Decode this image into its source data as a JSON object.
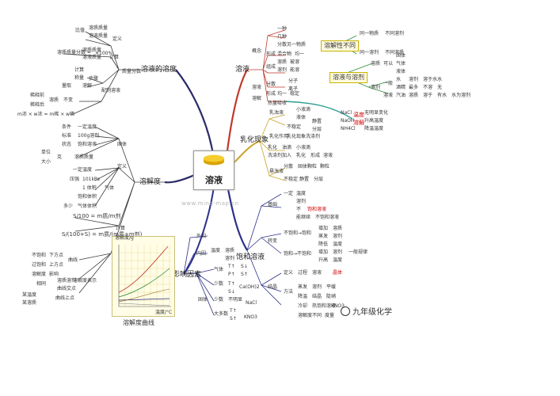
{
  "center": {
    "label": "溶液"
  },
  "watermark": "www.mind-map.cn",
  "wechat": "九年级化学",
  "branches": {
    "concentration": "溶液的溶度",
    "solubility": "溶解度",
    "solution": "溶液",
    "emulsion": "乳化现象",
    "saturated": "饱和溶液",
    "influence": "影响因素"
  },
  "conc": {
    "a": "比值",
    "b": "溶质质量",
    "c": "溶液质量",
    "d": "定义",
    "e": "溶质质量分数 =",
    "f": "溶质质量",
    "g": "溶液质量",
    "h": "×100%",
    "i": "计算",
    "j": "质量分数",
    "k": "计算",
    "l": "称量",
    "m": "量取",
    "n": "溶解",
    "o": "步骤",
    "p": "配制溶液",
    "q": "稀释前",
    "r": "稀释后",
    "s": "溶质",
    "t": "不变",
    "u": "m浓 × w浓 = m稀 × w稀"
  },
  "sol": {
    "a": "条件",
    "b": "一定温度",
    "c": "标准",
    "d": "100g溶剂",
    "e": "状态",
    "f": "饱和溶液",
    "g": "单位",
    "h": "克",
    "i": "溶质质量",
    "j": "大小",
    "k": "固体",
    "l": "一定温度",
    "m": "定义",
    "n": "压强",
    "o": "101kPa",
    "p": "1 体积",
    "q": "饱和体积",
    "r": "气体",
    "s": "多少",
    "t": "气体体积",
    "u": "S/100 = m质/m剂",
    "v": "S/(100+S) = m质/(m质+m剂)",
    "w": "计算",
    "x": "不饱和",
    "y": "下方点",
    "z": "曲线",
    "aa": "过饱和",
    "ab": "上方点",
    "ac": "溶解度",
    "ad": "影响",
    "ae": "相同",
    "af": "溶质溶剂",
    "ag": "曲线交点",
    "ah": "溶解度表示",
    "ai": "某温度",
    "aj": "某溶质",
    "ak": "曲线上点",
    "al": "溶解度曲线"
  },
  "solu": {
    "a": "概念",
    "b": "一种",
    "c": "几种",
    "d": "分散",
    "e": "另一物质",
    "f": "形成",
    "g": "混合物",
    "h": "均一",
    "i": "溶质",
    "j": "被溶",
    "k": "溶剂",
    "l": "能溶",
    "m": "组成",
    "n": "溶液",
    "o": "溶解",
    "p": "分散",
    "q": "分子",
    "r": "离子",
    "s": "形成",
    "t": "均一",
    "u": "稳定",
    "v": "热量吸收"
  },
  "diss": {
    "tag1": "溶解性不同",
    "a": "同一物质",
    "b": "不同溶剂",
    "c": "同一溶剂",
    "d": "不同溶质",
    "tag2": "溶液与溶剂",
    "e": "固体",
    "f": "气体",
    "g": "液体",
    "h": "溶质",
    "i": "可以",
    "j": "一般",
    "k": "水",
    "l": "溶剂",
    "m": "酒精",
    "n": "汽油",
    "o": "溶剂",
    "p": "溶液",
    "q": "最多",
    "r": "溶质",
    "s": "溶于水",
    "t": "不溶",
    "u": "溶于",
    "v": "无",
    "w": "水",
    "x": "有水",
    "y": "水为溶剂"
  },
  "heat": {
    "a": "NaCl",
    "b": "NaOH",
    "c": "NH4Cl",
    "d": "温度",
    "e": "无明显变化",
    "f": "升高温度",
    "g": "降温温度",
    "h": "溶解"
  },
  "emul": {
    "a": "乳浊液",
    "b": "小液滴",
    "c": "液体",
    "d": "静置",
    "e": "分层",
    "f": "不稳定",
    "g": "乳化作用",
    "h": "乳化现象",
    "i": "洗涤剂",
    "j": "乳化",
    "k": "油滴",
    "l": "小液滴",
    "m": "洗涤剂",
    "n": "加入",
    "o": "乳化",
    "p": "形成",
    "q": "溶液",
    "r": "悬浊液",
    "s": "分散",
    "t": "固体颗粒",
    "u": "不稳定",
    "v": "静置",
    "w": "分层",
    "x": "颗粒"
  },
  "sat": {
    "a": "基础",
    "b": "一定",
    "c": "温度",
    "d": "溶剂",
    "e": "不",
    "f": "饱和溶液",
    "g": "能继续",
    "h": "不饱和溶液",
    "i": "转变",
    "j": "不饱和→饱和",
    "k": "增加",
    "l": "溶质",
    "m": "蒸发",
    "n": "溶剂",
    "o": "降低",
    "p": "温度",
    "q": "饱和→不饱和",
    "r": "增加",
    "s": "溶剂",
    "t": "升高",
    "u": "温度",
    "v": "一般规律",
    "w": "结晶",
    "x": "定义",
    "y": "过程",
    "z": "溶液",
    "aa": "晶体",
    "ab": "方法",
    "ac": "蒸发",
    "ad": "溶剂",
    "ae": "平缓",
    "af": "降温",
    "ag": "结晶",
    "ah": "陡峭",
    "ai": "冷却",
    "aj": "热饱和溶液",
    "ak": "KNO3",
    "al": "溶解度",
    "am": "不同",
    "an": "度量"
  },
  "infl": {
    "a": "外因",
    "b": "温度",
    "c": "内因",
    "d": "溶质",
    "e": "溶剂",
    "f": "气体",
    "g": "T↑",
    "h": "P↑",
    "i": "S↓",
    "j": "S↑",
    "k": "少数",
    "l": "T↑",
    "m": "Ca(OH)2",
    "n": "S↓",
    "o": "固体",
    "p": "少数",
    "q": "不明显",
    "r": "NaCl",
    "s": "大多数",
    "t": "T↑",
    "u": "S↑",
    "v": "KNO3",
    "w": "影响因素"
  },
  "chart_labels": {
    "y": "溶解度/g",
    "x": "温度/°C"
  },
  "colors": {
    "left": "#2c2c6a",
    "solution": "#c0392b",
    "emulsion": "#c9a227",
    "saturated": "#2b2f8a",
    "green": "#2e8b3a",
    "teal": "#2a9d8f"
  }
}
